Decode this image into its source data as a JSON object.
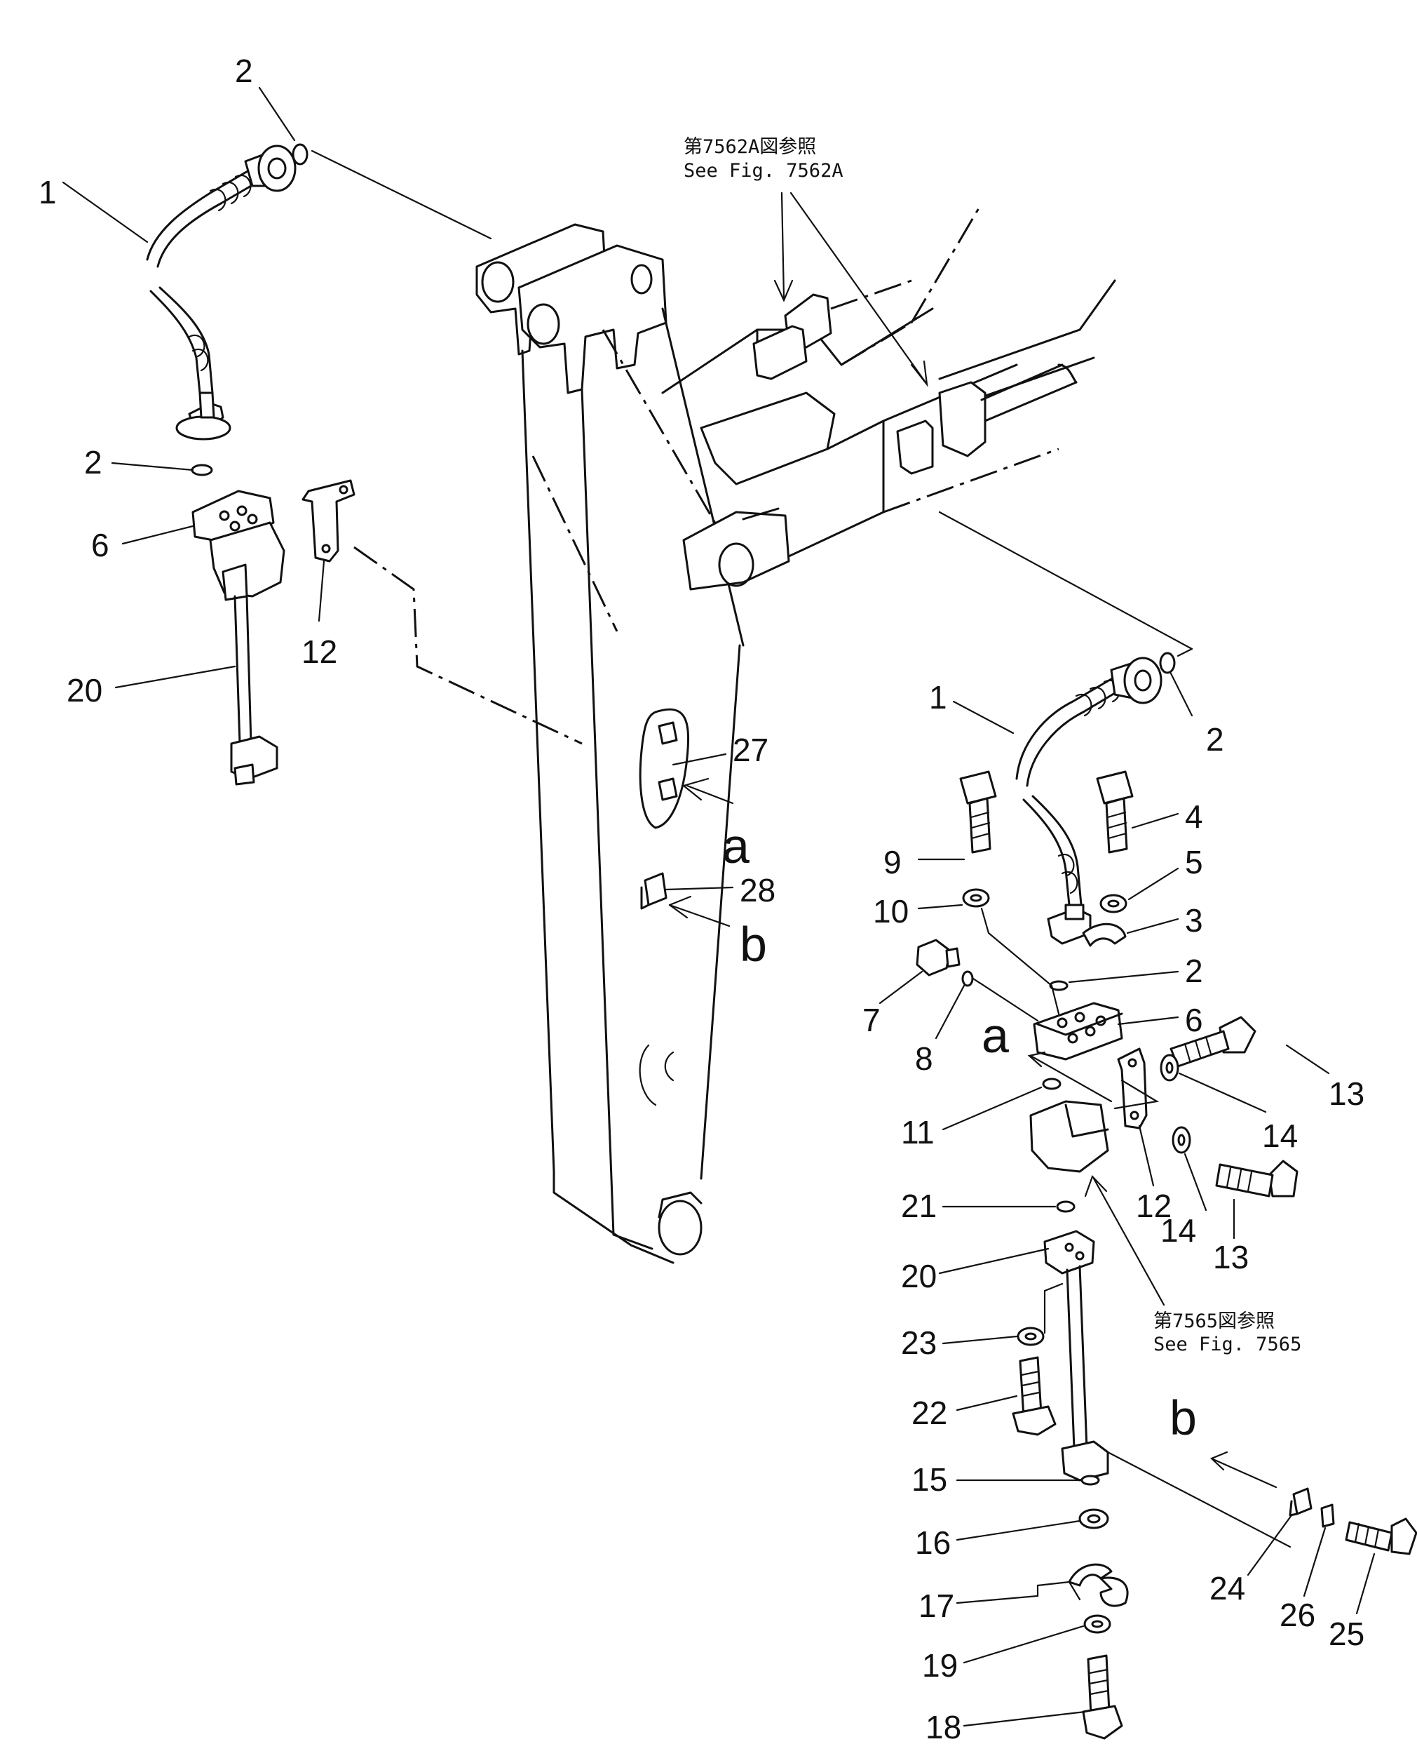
{
  "references": {
    "top": {
      "jp": "第7562A図参照",
      "en": "See Fig. 7562A"
    },
    "bottom": {
      "jp": "第7565図参照",
      "en": "See Fig. 7565"
    }
  },
  "view_letters": {
    "a": "a",
    "b": "b"
  },
  "callouts": {
    "left_hose": "1",
    "left_oring_top": "2",
    "left_oring_bottom": "2",
    "left_block": "6",
    "left_bracket": "12",
    "left_tube": "20",
    "plate": "27",
    "clip": "28",
    "r_hose": "1",
    "r_oring_top": "2",
    "r_bolt_9": "9",
    "r_bolt_4": "4",
    "r_washer_10": "10",
    "r_washer_5": "5",
    "r_clamp_3": "3",
    "r_oring_2b": "2",
    "r_plug_7": "7",
    "r_oring_8": "8",
    "r_block_6": "6",
    "r_bolt_13a": "13",
    "r_washer_14a": "14",
    "r_oring_11": "11",
    "r_bracket_12": "12",
    "r_washer_14b": "14",
    "r_bolt_13b": "13",
    "r_oring_21": "21",
    "r_tube_20": "20",
    "r_washer_23": "23",
    "r_bolt_22": "22",
    "r_oring_15": "15",
    "r_ring_16": "16",
    "r_clamp_17": "17",
    "r_washer_19": "19",
    "r_bolt_18": "18",
    "r_clip_24": "24",
    "r_plate_26": "26",
    "r_bolt_25": "25"
  }
}
